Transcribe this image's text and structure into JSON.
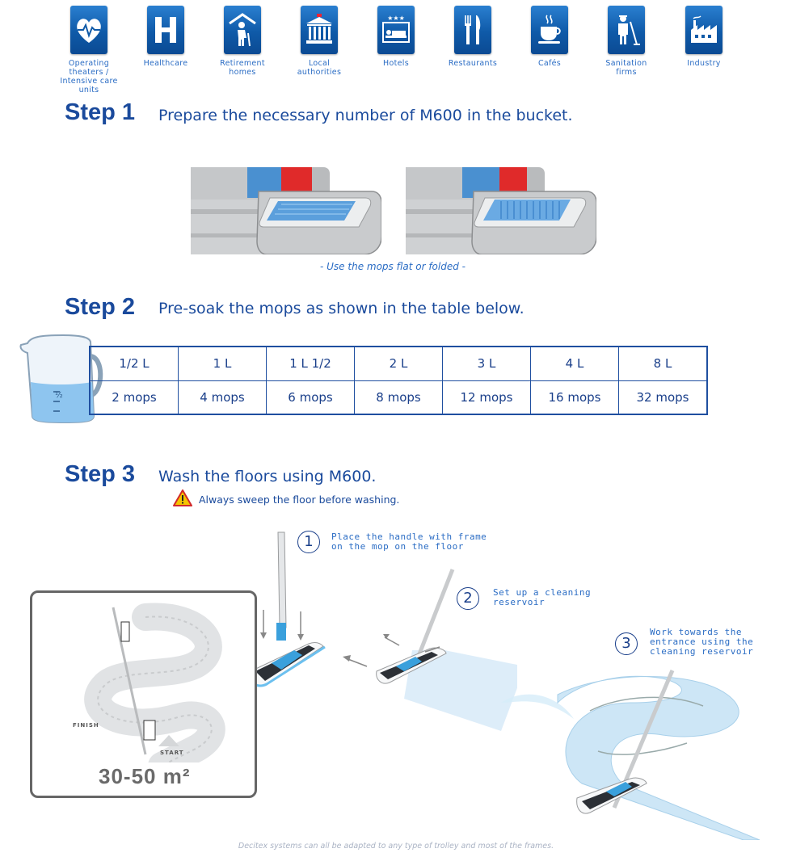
{
  "sectors": [
    {
      "label": "Operating\ntheaters /\nIntensive care\nunits",
      "icon": "heart-monitor-icon"
    },
    {
      "label": "Healthcare",
      "icon": "hospital-h-icon"
    },
    {
      "label": "Retirement\nhomes",
      "icon": "elderly-person-icon"
    },
    {
      "label": "Local\nauthorities",
      "icon": "town-hall-icon"
    },
    {
      "label": "Hotels",
      "icon": "hotel-bed-icon"
    },
    {
      "label": "Restaurants",
      "icon": "cutlery-icon"
    },
    {
      "label": "Cafés",
      "icon": "coffee-cup-icon"
    },
    {
      "label": "Sanitation\nfirms",
      "icon": "cleaner-icon"
    },
    {
      "label": "Industry",
      "icon": "factory-icon"
    }
  ],
  "step1": {
    "label": "Step 1",
    "text": "Prepare the necessary number of M600 in the bucket.",
    "caption": "- Use the mops flat or folded -"
  },
  "step2": {
    "label": "Step 2",
    "text": "Pre-soak the mops as shown in the table below.",
    "jug_mark": "½",
    "table": {
      "volumes": [
        "1/2 L",
        "1 L",
        "1 L 1/2",
        "2 L",
        "3 L",
        "4 L",
        "8 L"
      ],
      "mops": [
        "2 mops",
        "4 mops",
        "6 mops",
        "8 mops",
        "12 mops",
        "16 mops",
        "32 mops"
      ]
    }
  },
  "step3": {
    "label": "Step 3",
    "text": "Wash the floors using M600.",
    "warning": "Always sweep the floor before washing.",
    "instructions": [
      {
        "num": "1",
        "text": "Place the handle with frame\non the mop on the floor"
      },
      {
        "num": "2",
        "text": "Set up a cleaning\nreservoir"
      },
      {
        "num": "3",
        "text": "Work towards the\nentrance using the\ncleaning reservoir"
      }
    ],
    "panel": {
      "finish": "FINISH",
      "start": "START",
      "area": "30-50 m²"
    }
  },
  "footnote": "Decitex systems can all be adapted to any type of trolley and most of the frames.",
  "colors": {
    "brand_blue": "#1a4a9c",
    "icon_blue": "#0f5aa8",
    "light_blue": "#2a6cc4",
    "mop_blue": "#4aa3df",
    "warning_yellow": "#f4c400"
  }
}
